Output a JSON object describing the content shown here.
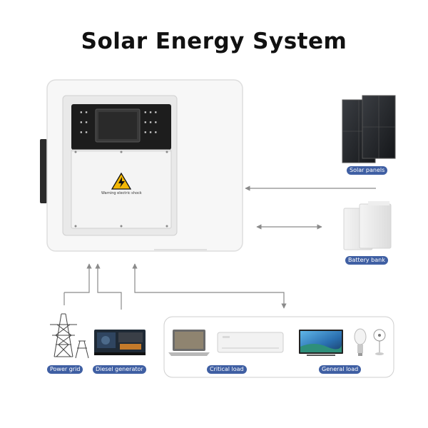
{
  "title": "Solar Energy System",
  "inverter": {
    "warning_text": "Warning electric shock",
    "indicators_left": [
      "▪ ▪",
      "▪ ▪",
      "▪ ▪"
    ],
    "indicators_right": [
      "▪ ▪ ▪",
      "▪ ▪ ▪",
      "▪ ▪ ▪"
    ]
  },
  "labels": {
    "solar_panels": "Solar panels",
    "battery_bank": "Battery bank",
    "power_grid": "Power grid",
    "diesel_generator": "Diesel generator",
    "critical_load": "Critical load",
    "general_load": "General load"
  },
  "colors": {
    "label_bg": "#3f5fa3",
    "arrow": "#8a8a8a",
    "warning": "#f2b705"
  }
}
